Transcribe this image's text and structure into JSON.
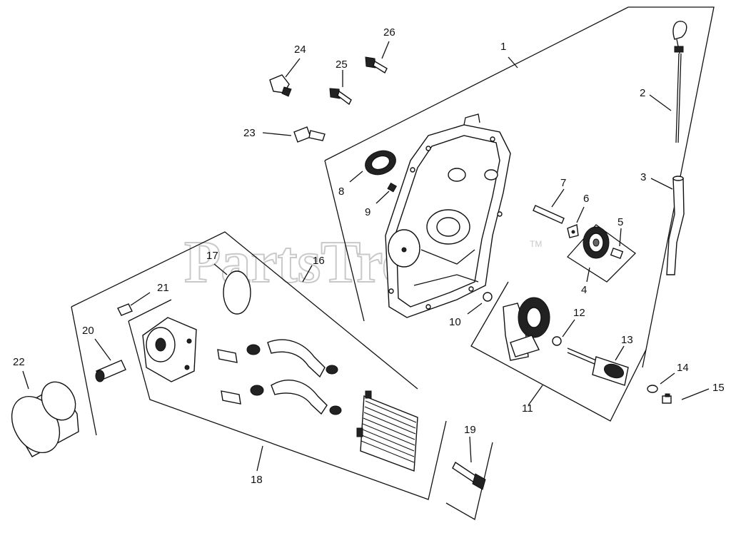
{
  "watermark": {
    "text": "PartsTree",
    "trademark": "TM"
  },
  "callouts": [
    "1",
    "2",
    "3",
    "4",
    "5",
    "6",
    "7",
    "8",
    "9",
    "10",
    "11",
    "12",
    "13",
    "14",
    "15",
    "16",
    "17",
    "18",
    "19",
    "20",
    "21",
    "22",
    "23",
    "24",
    "25",
    "26"
  ],
  "parts": [
    {
      "id": "part-1",
      "callout": "1"
    },
    {
      "id": "part-2",
      "callout": "2"
    },
    {
      "id": "part-3",
      "callout": "3"
    },
    {
      "id": "part-4",
      "callout": "4"
    },
    {
      "id": "part-5",
      "callout": "5"
    },
    {
      "id": "part-6",
      "callout": "6"
    },
    {
      "id": "part-7",
      "callout": "7"
    },
    {
      "id": "part-8",
      "callout": "8"
    },
    {
      "id": "part-9",
      "callout": "9"
    },
    {
      "id": "part-10",
      "callout": "10"
    },
    {
      "id": "part-11",
      "callout": "11"
    },
    {
      "id": "part-12",
      "callout": "12"
    },
    {
      "id": "part-13",
      "callout": "13"
    },
    {
      "id": "part-14",
      "callout": "14"
    },
    {
      "id": "part-15",
      "callout": "15"
    },
    {
      "id": "part-16",
      "callout": "16"
    },
    {
      "id": "part-17",
      "callout": "17"
    },
    {
      "id": "part-18",
      "callout": "18"
    },
    {
      "id": "part-19",
      "callout": "19"
    },
    {
      "id": "part-20",
      "callout": "20"
    },
    {
      "id": "part-21",
      "callout": "21"
    },
    {
      "id": "part-22",
      "callout": "22"
    },
    {
      "id": "part-23",
      "callout": "23"
    },
    {
      "id": "part-24",
      "callout": "24"
    },
    {
      "id": "part-25",
      "callout": "25"
    },
    {
      "id": "part-26",
      "callout": "26"
    }
  ]
}
